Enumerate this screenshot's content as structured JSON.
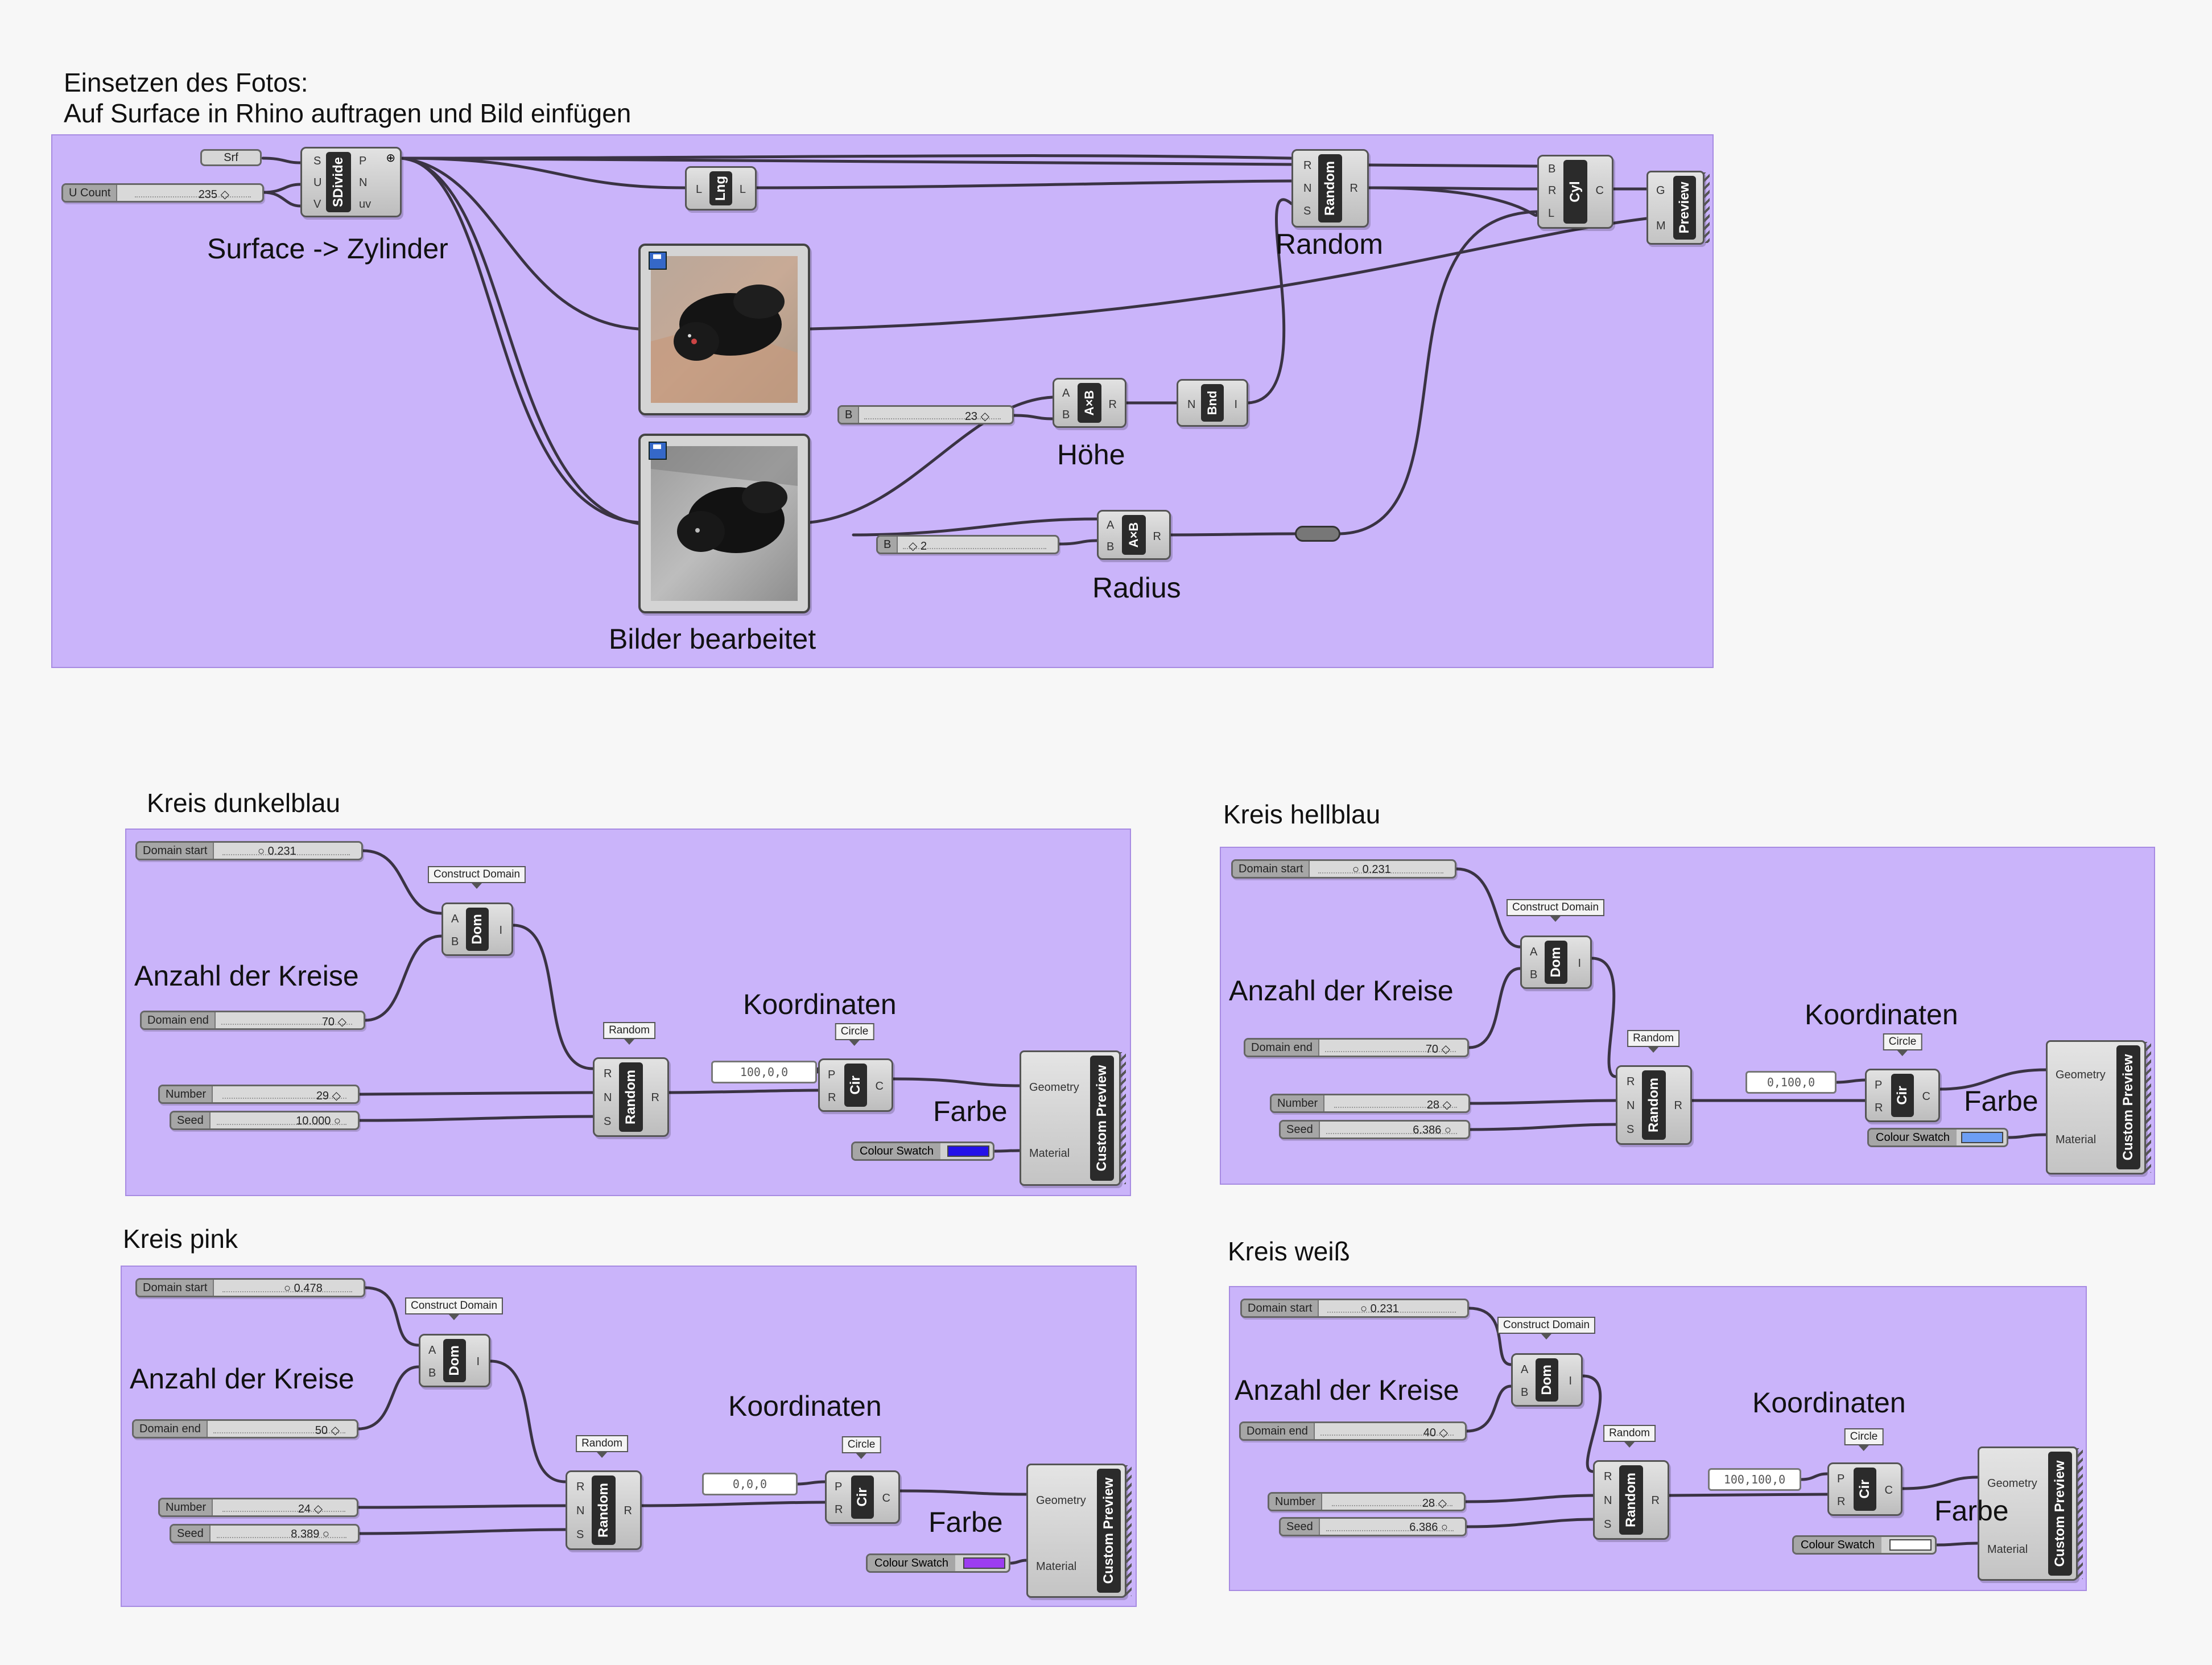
{
  "top": {
    "heading_line1": "Einsetzen des Fotos:",
    "heading_line2": "Auf Surface in Rhino auftragen und Bild einfügen",
    "label_surface": "Surface -> Zylinder",
    "label_random": "Random",
    "label_hoehe": "Höhe",
    "label_radius": "Radius",
    "label_bilder": "Bilder bearbeitet",
    "srf_param": "Srf",
    "ucount_name": "U Count",
    "ucount_value": "235 ◇",
    "sdivide_name": "SDivide",
    "sdivide_in": [
      "S",
      "U",
      "V"
    ],
    "sdivide_out": [
      "P",
      "N",
      "uv"
    ],
    "lng_name": "Lng",
    "random_name": "Random",
    "random_in": [
      "R",
      "N",
      "S"
    ],
    "random_out": "R",
    "cyl_name": "Cyl",
    "cyl_in": [
      "B",
      "R",
      "L"
    ],
    "cyl_out": "C",
    "preview_name": "Preview",
    "preview_in": [
      "G",
      "M"
    ],
    "mult_name": "A×B",
    "mult_in": [
      "A",
      "B"
    ],
    "mult_out": "R",
    "bnd_name": "Bnd",
    "bnd_in": "N",
    "bnd_out": "I",
    "slider_b1_name": "B",
    "slider_b1_value": "23 ◇",
    "slider_b2_name": "B",
    "slider_b2_value": "◇ 2",
    "port_L": "L"
  },
  "shared": {
    "domain_start": "Domain start",
    "domain_end": "Domain end",
    "number": "Number",
    "seed": "Seed",
    "construct_domain": "Construct Domain",
    "dom": "Dom",
    "random_tag": "Random",
    "random": "Random",
    "circle_tag": "Circle",
    "cir": "Cir",
    "anzahl": "Anzahl der Kreise",
    "koordinaten": "Koordinaten",
    "farbe": "Farbe",
    "colour_swatch": "Colour Swatch",
    "custom_preview": "Custom Preview",
    "geometry": "Geometry",
    "material": "Material",
    "p_A": "A",
    "p_B": "B",
    "p_I": "I",
    "p_R": "R",
    "p_N": "N",
    "p_S": "S",
    "p_P": "P",
    "p_C": "C"
  },
  "circles": [
    {
      "title": "Kreis dunkelblau",
      "domain_start": "0.231",
      "domain_end": "70 ◇",
      "number": "29 ◇",
      "seed": "10.000",
      "coords": "100,0,0",
      "color": "#2412e8"
    },
    {
      "title": "Kreis hellblau",
      "domain_start": "0.231",
      "domain_end": "70 ◇",
      "number": "28 ◇",
      "seed": "6.386",
      "coords": "0,100,0",
      "color": "#6d9ef4"
    },
    {
      "title": "Kreis pink",
      "domain_start": "0.478",
      "domain_end": "50 ◇",
      "number": "24 ◇",
      "seed": "8.389",
      "coords": "0,0,0",
      "color": "#9c3cf0"
    },
    {
      "title": "Kreis weiß",
      "domain_start": "0.231",
      "domain_end": "40 ◇",
      "number": "28 ◇",
      "seed": "6.386",
      "coords": "100,100,0",
      "color": "#ffffff"
    }
  ]
}
